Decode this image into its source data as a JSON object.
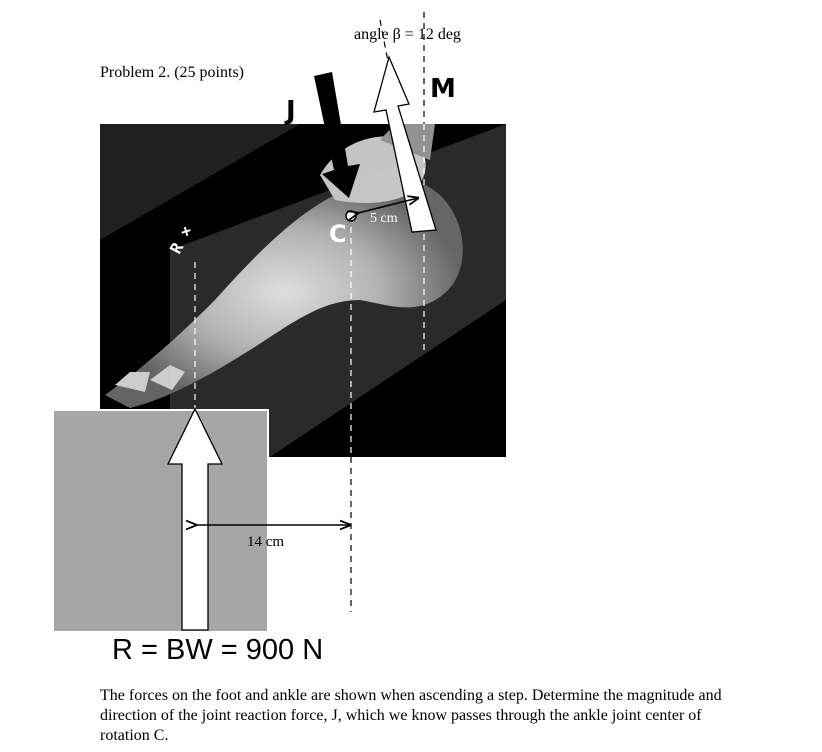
{
  "problem": {
    "title": "Problem 2. (25 points)"
  },
  "figure": {
    "angle_label": "angle β = 12 deg",
    "force_j_label": "J",
    "force_m_label": "M",
    "joint_center_label": "C",
    "moment_arm_m": "5 cm",
    "moment_arm_r": "14 cm",
    "xray_marker": "R ×"
  },
  "equation": {
    "reaction": "R = BW = 900 N"
  },
  "description": "The forces on the foot and ankle are shown when ascending a step. Determine the magnitude and direction of the joint reaction force, J, which we know passes through the ankle joint center of rotation C."
}
